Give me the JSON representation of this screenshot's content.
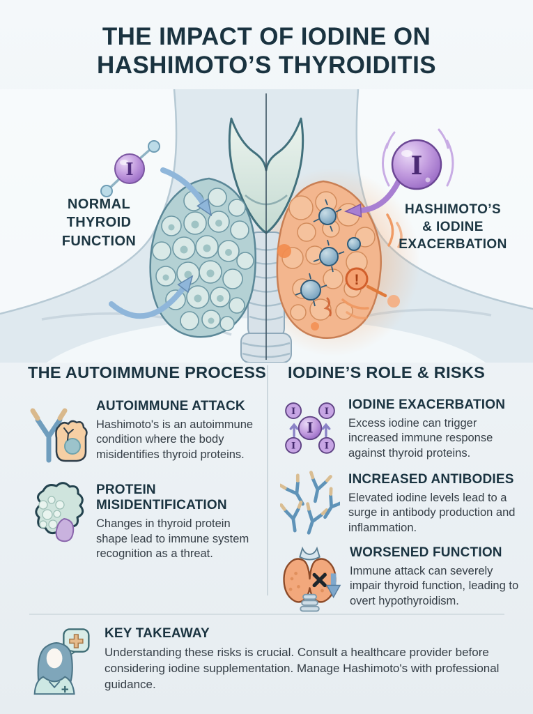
{
  "page": {
    "title_line1": "THE IMPACT OF IODINE ON",
    "title_line2": "HASHIMOTO’S THYROIDITIS"
  },
  "illustration": {
    "left_label_lines": [
      "NORMAL",
      "THYROID",
      "FUNCTION"
    ],
    "right_label_lines": [
      "HASHIMOTO’S",
      "& IODINE",
      "EXACERBATION"
    ],
    "iodine_symbol": "I",
    "alert_symbol": "!"
  },
  "columns": {
    "left": {
      "header": "THE AUTOIMMUNE PROCESS",
      "items": [
        {
          "icon": "antibody-attacking-cell-icon",
          "title": "AUTOIMMUNE ATTACK",
          "body": "Hashimoto's is an autoimmune condition where the body misidentifies thyroid proteins."
        },
        {
          "icon": "misshapen-protein-icon",
          "title": "PROTEIN MISIDENTIFICATION",
          "body": "Changes in thyroid protein shape lead to immune system recognition as a threat."
        }
      ]
    },
    "right": {
      "header": "IODINE’S ROLE & RISKS",
      "items": [
        {
          "icon": "iodine-molecules-icon",
          "title": "IODINE EXACERBATION",
          "body": "Excess iodine can trigger increased immune response against thyroid proteins."
        },
        {
          "icon": "antibodies-icon",
          "title": "INCREASED ANTIBODIES",
          "body": "Elevated iodine levels lead to a surge in antibody production and inflammation."
        },
        {
          "icon": "impaired-thyroid-icon",
          "title": "WORSENED FUNCTION",
          "body": "Immune attack can severely impair thyroid function, leading to overt hypothyroidism."
        }
      ]
    }
  },
  "takeaway": {
    "title": "KEY TAKEAWAY",
    "body": "Understanding these risks is crucial. Consult a healthcare provider before considering iodine supplementation. Manage Hashimoto's with professional guidance."
  },
  "colors": {
    "heading": "#1a3340",
    "body_text": "#343d45",
    "iodine_purple": "#a77fd0",
    "healthy_thyroid_teal": "#b4d1d4",
    "inflamed_thyroid_orange": "#f2a97e",
    "arrow_blue": "#8fb6da",
    "alert_orange": "#ef8c50",
    "divider": "#ccd7dd"
  }
}
